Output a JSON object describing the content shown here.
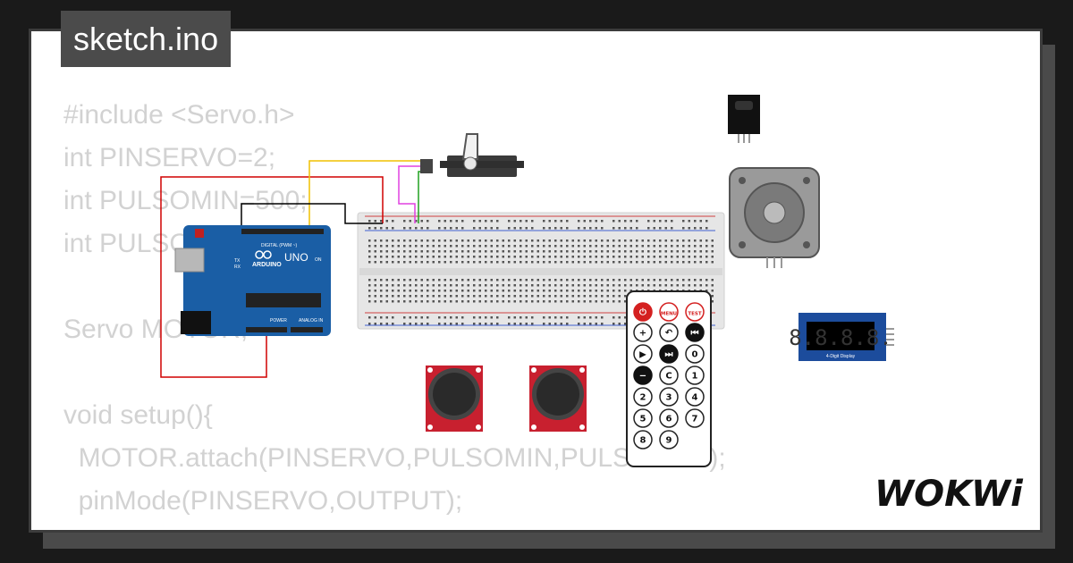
{
  "title": "sketch.ino",
  "code_lines": [
    "#include <Servo.h>",
    "int PINSERVO=2;",
    "int PULSOMIN=500;",
    "int PULSOMAX=2500;",
    "",
    "Servo MOTOR;",
    "",
    "void setup(){",
    "  MOTOR.attach(PINSERVO,PULSOMIN,PULSOMAX);",
    "  pinMode(PINSERVO,OUTPUT);"
  ],
  "arduino": {
    "brand": "ARDUINO",
    "model": "UNO",
    "digital_label": "DIGITAL (PWM ~)",
    "power_label": "POWER",
    "analog_label": "ANALOG IN",
    "on_label": "ON",
    "tx_label": "TX",
    "rx_label": "RX"
  },
  "ir_remote": {
    "buttons": [
      "⏻",
      "MENU",
      "TEST",
      "+",
      "↶",
      "⏮",
      "▶",
      "⏭",
      "0",
      "−",
      "C",
      "1",
      "2",
      "3",
      "4",
      "5",
      "6",
      "7",
      "8",
      "9"
    ]
  },
  "display": {
    "digits": "8.8.8.8.",
    "label": "4-Digit Display"
  },
  "logo": "WOKWi",
  "colors": {
    "arduino_blue": "#1a5ea5",
    "joystick_red": "#c8202f",
    "wire_red": "#d00000",
    "wire_yellow": "#f0c000",
    "wire_magenta": "#e040e0",
    "wire_green": "#20a020",
    "wire_black": "#000000"
  }
}
